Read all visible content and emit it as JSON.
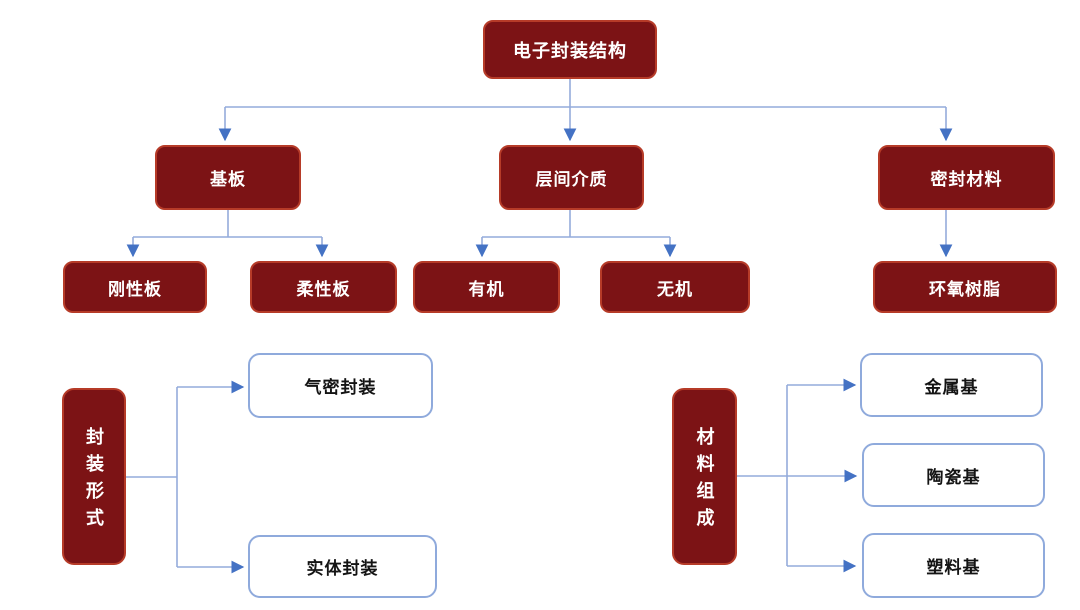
{
  "diagram": {
    "top_chart": {
      "root": {
        "label": "电子封装结构"
      },
      "branches": [
        {
          "label": "基板",
          "children": [
            {
              "label": "刚性板"
            },
            {
              "label": "柔性板"
            }
          ]
        },
        {
          "label": "层间介质",
          "children": [
            {
              "label": "有机"
            },
            {
              "label": "无机"
            }
          ]
        },
        {
          "label": "密封材料",
          "children": [
            {
              "label": "环氧树脂"
            }
          ]
        }
      ]
    },
    "bottom_left": {
      "root": {
        "label": "封装形式"
      },
      "children": [
        {
          "label": "气密封装"
        },
        {
          "label": "实体封装"
        }
      ]
    },
    "bottom_right": {
      "root": {
        "label": "材料组成"
      },
      "children": [
        {
          "label": "金属基"
        },
        {
          "label": "陶瓷基"
        },
        {
          "label": "塑料基"
        }
      ]
    }
  },
  "colors": {
    "node_fill": "#7C1315",
    "node_border": "#B63B28",
    "node_text": "#FFFFFF",
    "leaf_fill": "#FFFFFF",
    "leaf_border": "#8FAADC",
    "leaf_text": "#141414",
    "connector_line": "#94ABDB",
    "connector_arrow": "#4472C4"
  }
}
